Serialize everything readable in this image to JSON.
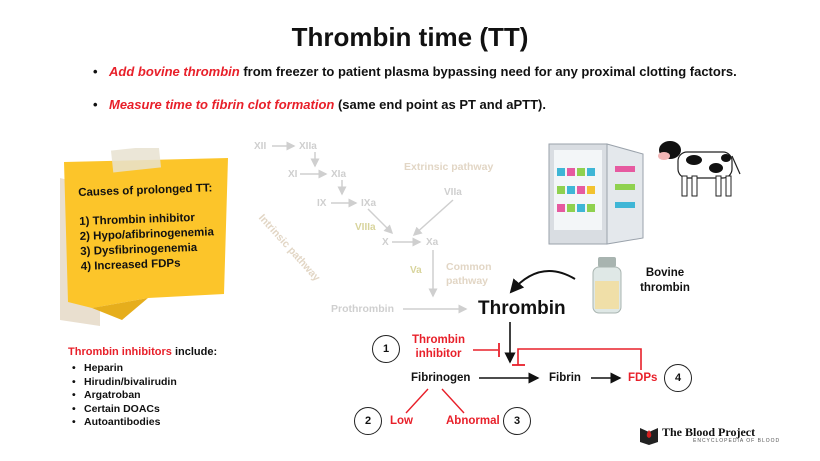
{
  "title": "Thrombin time (TT)",
  "bullets": [
    {
      "emph": "Add bovine thrombin",
      "rest": " from freezer to patient plasma bypassing need for any proximal clotting factors."
    },
    {
      "emph": "Measure time to fibrin clot formation",
      "rest": " (same end point as PT and aPTT)."
    }
  ],
  "note": {
    "heading": "Causes of prolonged TT:",
    "items": [
      "1) Thrombin inhibitor",
      "2) Hypo/afibrinogenemia",
      "3) Dysfibrinogenemia",
      "4) Increased FDPs"
    ]
  },
  "inhibitors": {
    "title_red": "Thrombin inhibitors",
    "title_rest": " include:",
    "items": [
      "Heparin",
      "Hirudin/bivalirudin",
      "Argatroban",
      "Certain DOACs",
      "Autoantibodies"
    ]
  },
  "cascade": {
    "XII": "XII",
    "XIIa": "XIIa",
    "XI": "XI",
    "XIa": "XIa",
    "IX": "IX",
    "IXa": "IXa",
    "VIIIa": "VIIIa",
    "X": "X",
    "Xa": "Xa",
    "VIIa": "VIIa",
    "Va": "Va",
    "intrinsic": "Intrinsic pathway",
    "extrinsic": "Extrinsic pathway",
    "common1": "Common",
    "common2": "pathway",
    "prothrombin": "Prothrombin"
  },
  "diagram": {
    "thrombin": "Thrombin",
    "bovine1": "Bovine",
    "bovine2": "thrombin",
    "inhibitor1": "Thrombin",
    "inhibitor2": "inhibitor",
    "fibrinogen": "Fibrinogen",
    "fibrin": "Fibrin",
    "fdps": "FDPs",
    "low": "Low",
    "abnormal": "Abnormal",
    "n1": "1",
    "n2": "2",
    "n3": "3",
    "n4": "4"
  },
  "logo": {
    "name": "The Blood Project",
    "tagline": "ENCYCLOPEDIA OF BLOOD"
  },
  "colors": {
    "accent_red": "#e8202a",
    "note_yellow": "#fcc52a",
    "faded_gray": "#cfcfcf"
  }
}
